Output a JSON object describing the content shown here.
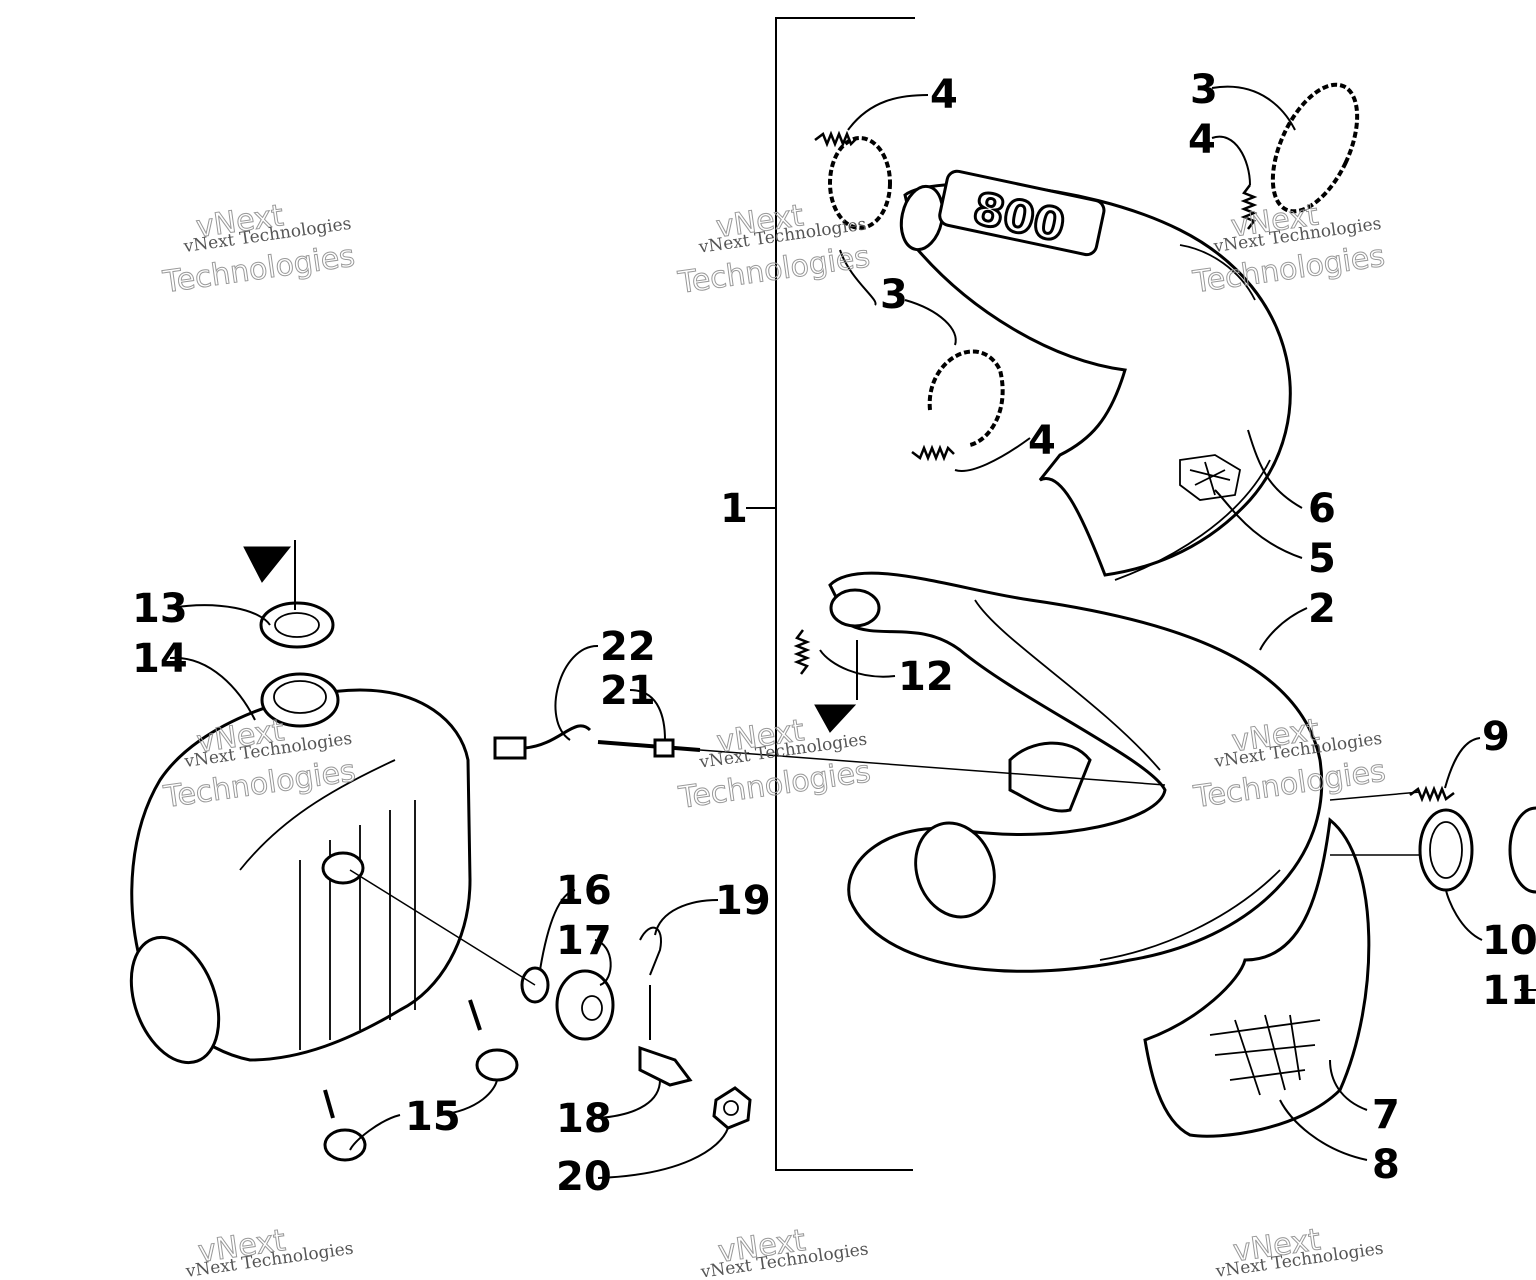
{
  "diagram": {
    "callouts": [
      {
        "id": "c1",
        "label": "1"
      },
      {
        "id": "c2",
        "label": "2"
      },
      {
        "id": "c3a",
        "label": "3"
      },
      {
        "id": "c3b",
        "label": "3"
      },
      {
        "id": "c4a",
        "label": "4"
      },
      {
        "id": "c4b",
        "label": "4"
      },
      {
        "id": "c4c",
        "label": "4"
      },
      {
        "id": "c5",
        "label": "5"
      },
      {
        "id": "c6",
        "label": "6"
      },
      {
        "id": "c7",
        "label": "7"
      },
      {
        "id": "c8",
        "label": "8"
      },
      {
        "id": "c9",
        "label": "9"
      },
      {
        "id": "c10",
        "label": "10"
      },
      {
        "id": "c11",
        "label": "11"
      },
      {
        "id": "c12",
        "label": "12"
      },
      {
        "id": "c13",
        "label": "13"
      },
      {
        "id": "c14",
        "label": "14"
      },
      {
        "id": "c15",
        "label": "15"
      },
      {
        "id": "c16",
        "label": "16"
      },
      {
        "id": "c17",
        "label": "17"
      },
      {
        "id": "c18",
        "label": "18"
      },
      {
        "id": "c19",
        "label": "19"
      },
      {
        "id": "c20",
        "label": "20"
      },
      {
        "id": "c21",
        "label": "21"
      },
      {
        "id": "c22",
        "label": "22"
      }
    ],
    "engine_badge_text": "800",
    "watermark": {
      "line1": "vNext Technologies",
      "line2": "vNext",
      "line3": "Technologies"
    }
  }
}
